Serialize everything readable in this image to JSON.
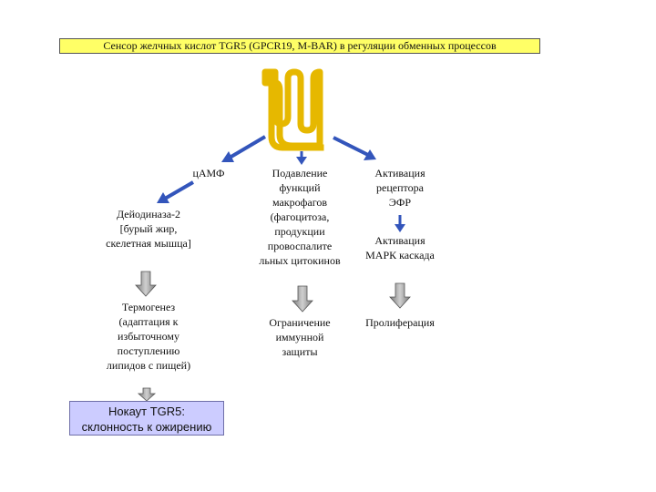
{
  "title": "Сенсор желчных кислот TGR5 (GPCR19, M-BAR) в регуляции обменных процессов",
  "nodes": {
    "camp": "цАМФ",
    "deiodinase": "Дейодиназа-2 [бурый жир, скелетная мышца]",
    "thermogenesis": "Термогенез (адаптация к избыточному поступлению липидов с пищей)",
    "knockout_line1": "Нокаут TGR5:",
    "knockout_line2": "склонность к ожирению",
    "macrophage": "Подавление функций макрофагов (фагоцитоза, продукции провоспалите льных цитокинов",
    "immunity": "Ограничение иммунной защиты",
    "egfr": "Активация рецептора ЭФР",
    "mapk": "Активация МАРК каскада",
    "proliferation": "Пролиферация"
  },
  "colors": {
    "title_bg": "#ffff66",
    "receptor": "#e6b800",
    "arrow_blue": "#3355bb",
    "arrow_gray": "#a6a6a6",
    "knockout_bg": "#ccccff"
  },
  "icons": [
    "receptor-icon"
  ]
}
